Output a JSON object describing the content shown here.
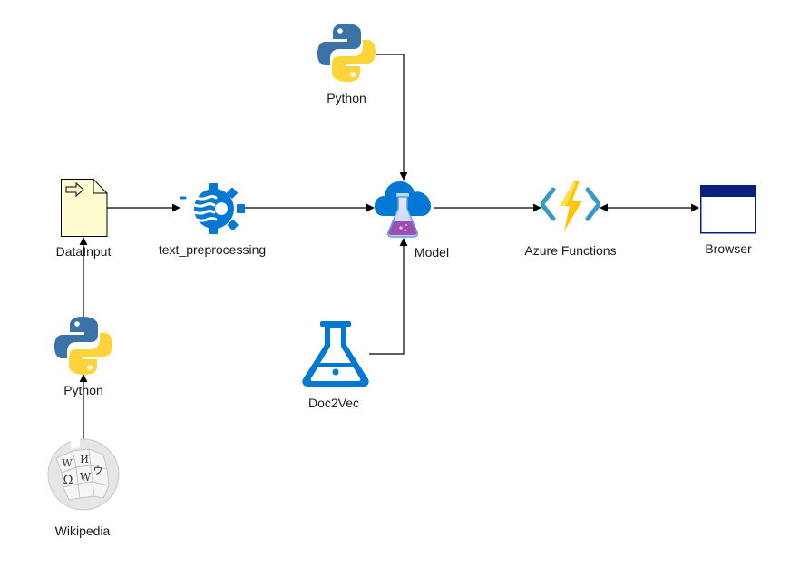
{
  "nodes": {
    "python_top": {
      "label": "Python",
      "icon": "python-icon"
    },
    "data_input": {
      "label": "DataInput",
      "icon": "document-input-icon"
    },
    "text_preprocessing": {
      "label": "text_preprocessing",
      "icon": "stream-gear-icon"
    },
    "model": {
      "label": "Model",
      "icon": "machine-learning-flask-cloud-icon"
    },
    "azure_functions": {
      "label": "Azure Functions",
      "icon": "azure-functions-bolt-icon"
    },
    "browser": {
      "label": "Browser",
      "icon": "browser-window-icon"
    },
    "python_bottom": {
      "label": "Python",
      "icon": "python-icon"
    },
    "doc2vec": {
      "label": "Doc2Vec",
      "icon": "flask-icon"
    },
    "wikipedia": {
      "label": "Wikipedia",
      "icon": "wikipedia-globe-icon",
      "logo_letters": [
        "W",
        "Ω",
        "И",
        "ウ",
        "W"
      ]
    }
  },
  "edges": [
    {
      "from": "data_input",
      "to": "text_preprocessing"
    },
    {
      "from": "text_preprocessing",
      "to": "model"
    },
    {
      "from": "python_top",
      "to": "model"
    },
    {
      "from": "doc2vec",
      "to": "model"
    },
    {
      "from": "model",
      "to": "azure_functions"
    },
    {
      "from": "azure_functions",
      "to": "browser",
      "bidirectional": true
    },
    {
      "from": "python_bottom",
      "to": "data_input"
    },
    {
      "from": "wikipedia",
      "to": "python_bottom"
    }
  ],
  "colors": {
    "python_blue": "#3b73a8",
    "python_yellow": "#ffd43b",
    "azure_blue": "#0078d4",
    "function_yellow": "#ffc400",
    "browser_navy": "#0a1f7f",
    "document_fill": "#fffbd0",
    "connector": "#000000",
    "flask_purple": "#9b4fb1"
  }
}
